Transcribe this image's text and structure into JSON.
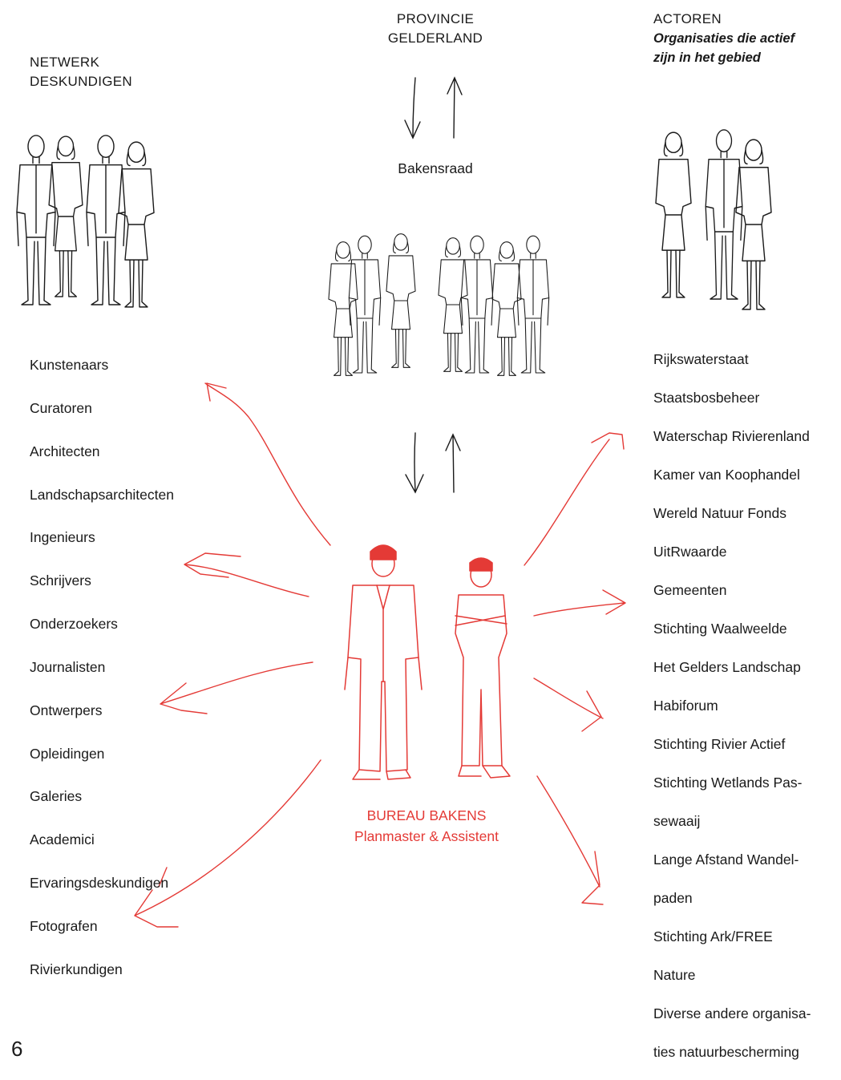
{
  "network": {
    "title_line1": "NETWERK",
    "title_line2": "DESKUNDIGEN",
    "items": [
      "Kunstenaars",
      "Curatoren",
      "Architecten",
      "Landschapsarchitecten",
      "Ingenieurs",
      "Schrijvers",
      "Onderzoekers",
      "Journalisten",
      "Ontwerpers",
      "Opleidingen",
      "Galeries",
      "Academici",
      "Ervaringsdeskundigen",
      "Fotografen",
      "Rivierkundigen"
    ]
  },
  "province": {
    "line1": "PROVINCIE",
    "line2": "GELDERLAND"
  },
  "council": {
    "label": "Bakensraad"
  },
  "actors": {
    "title": "ACTOREN",
    "subtitle_line1": "Organisaties die actief",
    "subtitle_line2": "zijn in het gebied",
    "items": [
      "Rijkswaterstaat",
      "Staatsbosbeheer",
      "Waterschap Rivierenland",
      "Kamer van Koophandel",
      "Wereld Natuur Fonds",
      "UitRwaarde",
      "Gemeenten",
      "Stichting Waalweelde",
      "Het Gelders Landschap",
      "Habiforum",
      "Stichting Rivier Actief",
      "Stichting Wetlands Pas-",
      "sewaaij",
      "Lange Afstand Wandel-",
      "paden",
      "Stichting Ark/FREE",
      "Nature",
      "Diverse andere organisa-",
      "ties natuurbescherming"
    ]
  },
  "bureau": {
    "line1": "BUREAU BAKENS",
    "line2": "Planmaster & Assistent"
  },
  "page_number": "6",
  "colors": {
    "accent": "#e43a36",
    "ink": "#1a1a1a"
  }
}
